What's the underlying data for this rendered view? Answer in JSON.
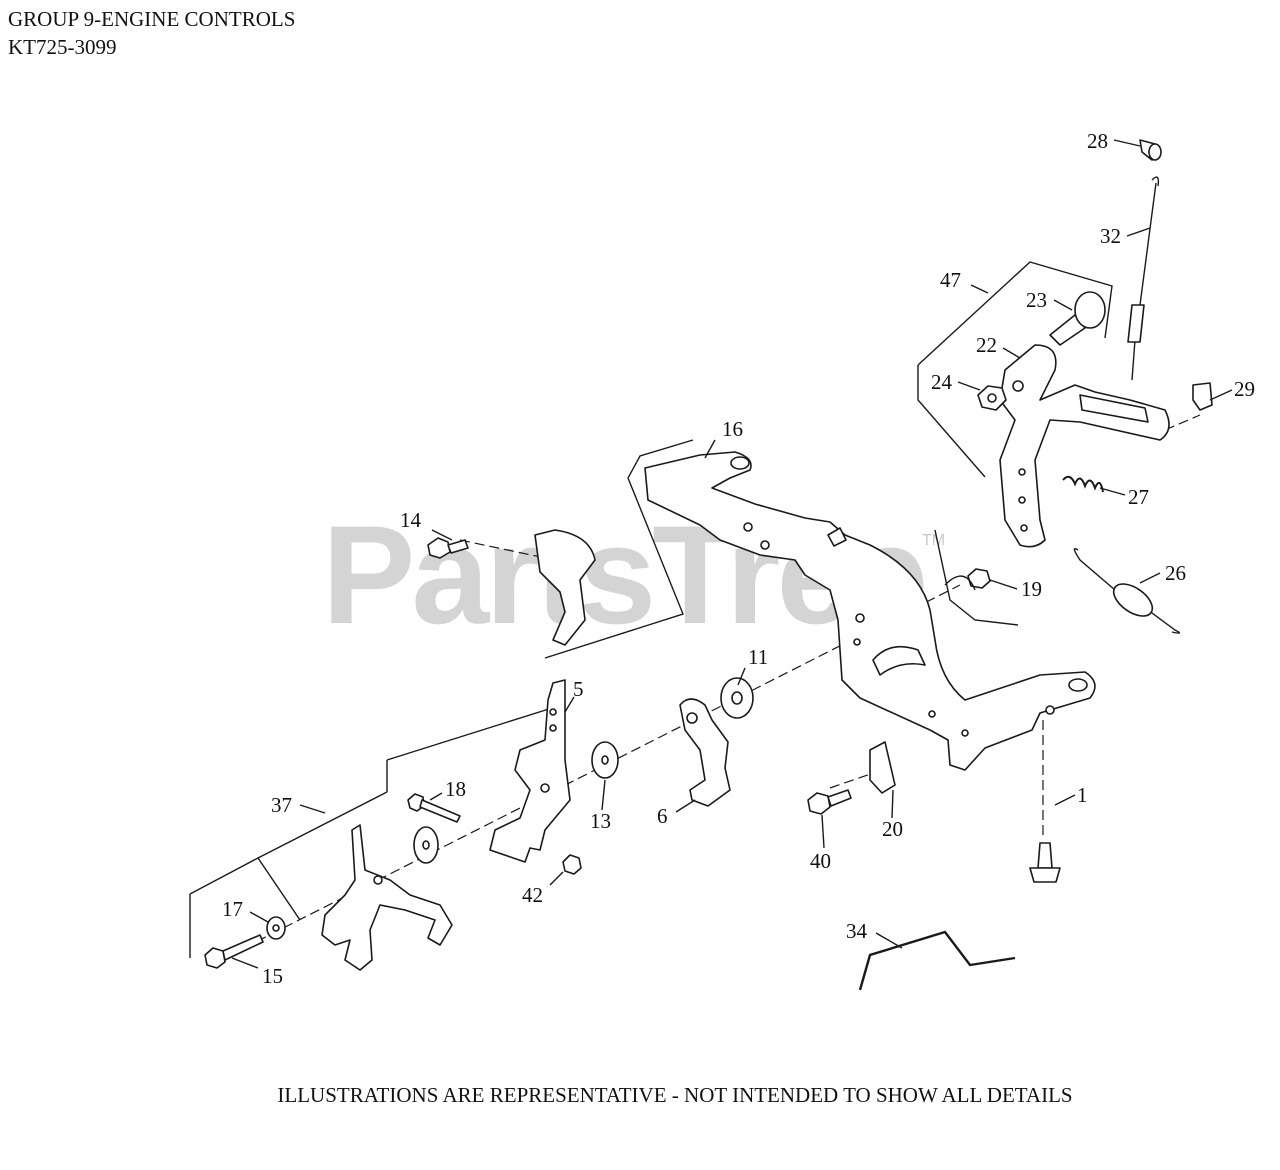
{
  "header": {
    "title": "GROUP 9-ENGINE CONTROLS",
    "model": "KT725-3099"
  },
  "watermark": {
    "text": "PartsTree",
    "tm": "TM"
  },
  "footer": {
    "note": "ILLUSTRATIONS ARE REPRESENTATIVE - NOT INTENDED TO SHOW ALL DETAILS"
  },
  "callouts": {
    "c1": "1",
    "c5": "5",
    "c6": "6",
    "c11": "11",
    "c13": "13",
    "c14": "14",
    "c15": "15",
    "c16": "16",
    "c17": "17",
    "c18": "18",
    "c19": "19",
    "c20": "20",
    "c22": "22",
    "c23": "23",
    "c24": "24",
    "c26": "26",
    "c27": "27",
    "c28": "28",
    "c29": "29",
    "c32": "32",
    "c34": "34",
    "c37": "37",
    "c40": "40",
    "c42": "42",
    "c47": "47"
  }
}
